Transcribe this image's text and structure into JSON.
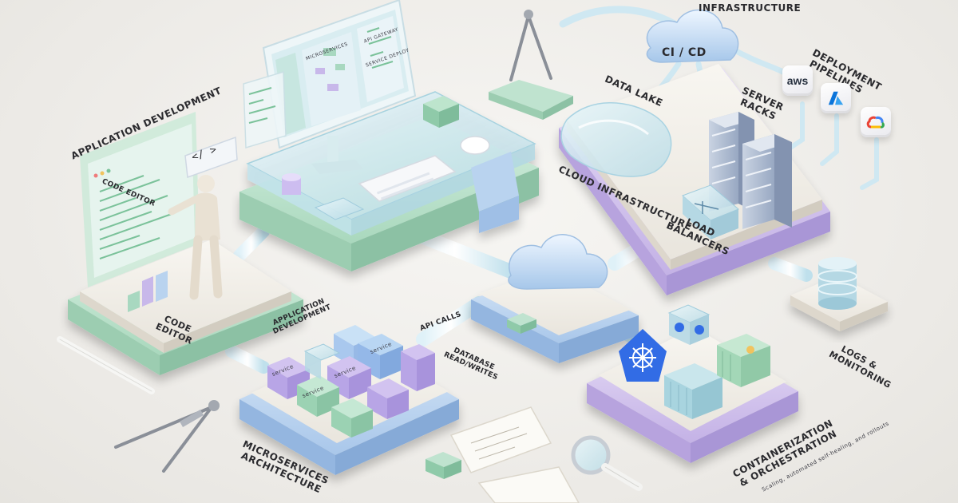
{
  "labels": {
    "infrastructure": "INFRASTRUCTURE",
    "ci_cd": "CI / CD",
    "deployment_pipelines": "DEPLOYMENT PIPELINES",
    "data_lake": "DATA LAKE",
    "server_racks": "SERVER RACKS",
    "cloud_infrastructure": "CLOUD INFRASTRUCTURE",
    "load_balancers": "LOAD BALANCERS",
    "application_development": "APPLICATION DEVELOPMENT",
    "code_editor_screen": "CODE EDITOR",
    "code_editor_base": "CODE EDITOR",
    "api_calls": "API CALLS",
    "app_dev_small": "APPLICATION DEVELOPMENT",
    "database_rw": "DATABASE READ/WRITES",
    "logs_monitoring": "LOGS & MONITORING",
    "microservices": "MICROSERVICES ARCHITECTURE",
    "containerization": "CONTAINERIZATION & ORCHESTRATION",
    "containerization_sub": "Scaling, automated self-healing, and rollouts",
    "service_1": "service",
    "service_2": "service",
    "service_3": "service",
    "service_4": "service",
    "monitor_panel_1": "MICROSERVICES",
    "monitor_panel_2": "API GATEWAY",
    "monitor_panel_3": "SERVICE DEPLOY",
    "code_tag": "</ >"
  },
  "logos": {
    "aws": "aws",
    "azure": "azure-icon",
    "gcp": "google-cloud-icon"
  },
  "colors": {
    "mint": "#bfe3cf",
    "lavender": "#d9cdef",
    "sky": "#c7dcf2",
    "glass": "#d8ecf2",
    "ink": "#2a2a2e",
    "k8s_blue": "#326ce5"
  }
}
